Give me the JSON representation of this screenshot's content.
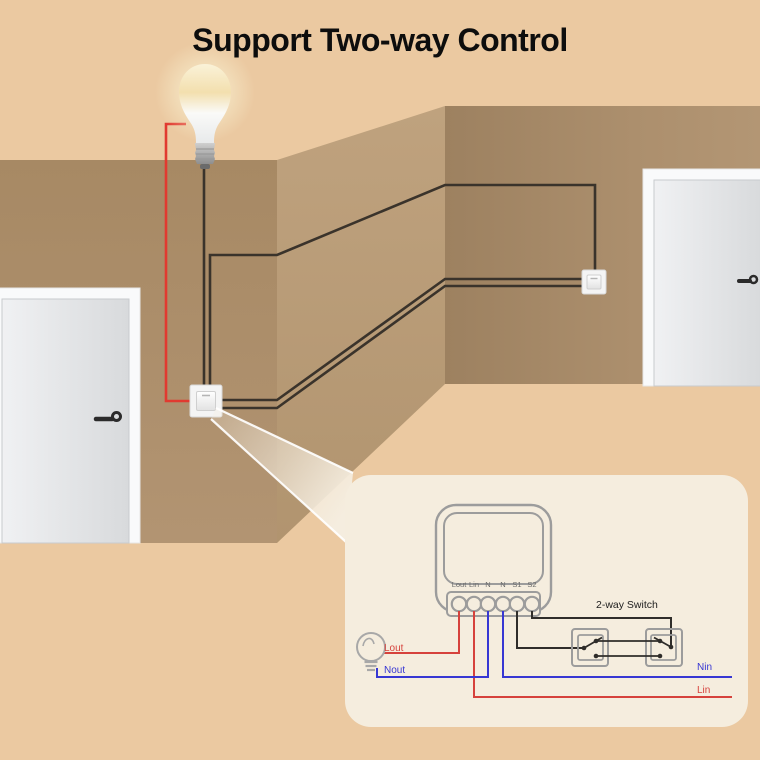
{
  "title": "Support Two-way Control",
  "panel": {
    "module": {
      "terminals": [
        "Lout",
        "Lin",
        "N",
        "N",
        "S1",
        "S2"
      ]
    },
    "labels": {
      "lout": "Lout",
      "nout": "Nout",
      "nin": "Nin",
      "lin": "Lin",
      "two_way_switch": "2-way Switch"
    }
  },
  "colors": {
    "title": "#0d0d0d",
    "wire_red": "#d6423c",
    "wire_blue": "#3737d3",
    "wire_black": "#2f2d2a",
    "room_wire_red": "#e13a30",
    "room_wire_dark": "#3a332b",
    "outline_gray": "#9c9c9c",
    "terminal_label_gray": "#6b6b6b",
    "panel_bg": "#f5edde"
  }
}
